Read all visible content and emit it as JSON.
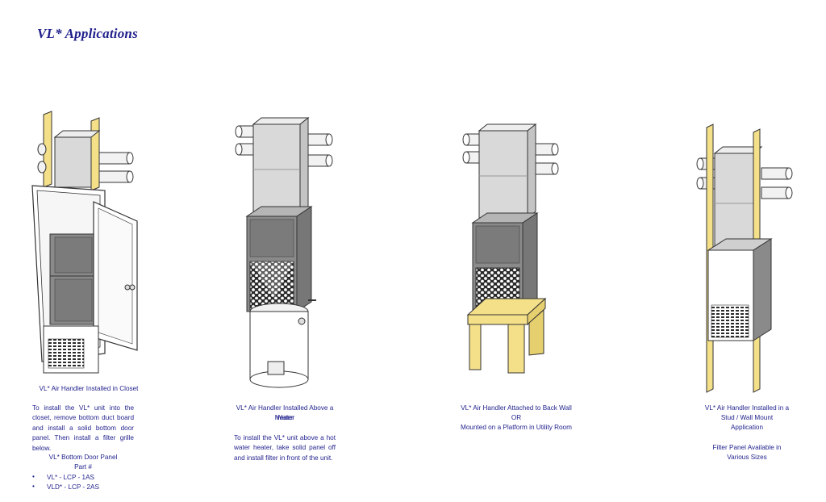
{
  "page": {
    "title": "VL* Applications"
  },
  "colors": {
    "text": "#1f1f8c",
    "stud": "#f5e08a",
    "duct": "#d9d9d9",
    "cabinet": "#8a8a8a"
  },
  "panels": [
    {
      "caption": "VL* Air Handler Installed in Closet",
      "description": "To install the VL* unit into the closet, remove bottom duct board and install a solid bottom door panel.  Then install a filter grille below.",
      "door_panel_heading": "VL*  Bottom Door Panel",
      "door_panel_part": "Part #",
      "parts": [
        "VL* - LCP - 1AS",
        "VLD* - LCP - 2AS"
      ]
    },
    {
      "caption_line1": "VL* Air Handler Installed Above a Water",
      "caption_line2": "Heater",
      "description": "To install the VL* unit above a hot water heater, take solid panel off and install filter in front of the unit."
    },
    {
      "caption_line1": "VL* Air Handler Attached to Back Wall",
      "caption_line2": "OR",
      "caption_line3": "Mounted on a Platform in Utility Room"
    },
    {
      "caption_line1": "VL* Air Handler Installed in a",
      "caption_line2": "Stud / Wall Mount",
      "caption_line3": "Application",
      "note_line1": "Filter Panel Available in",
      "note_line2": "Various Sizes"
    }
  ]
}
